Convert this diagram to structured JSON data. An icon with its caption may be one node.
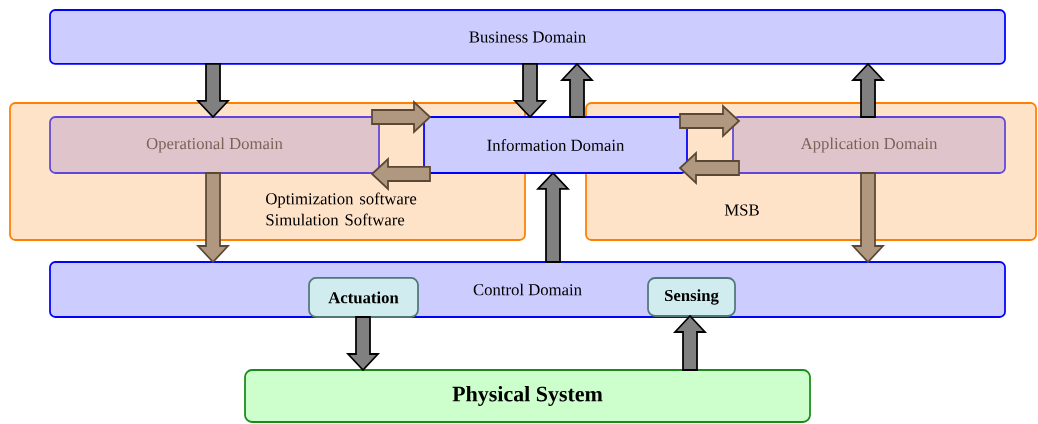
{
  "diagram": {
    "nodes": [
      {
        "text": [
          "Business Domain"
        ]
      },
      {
        "text": [
          "Optimization software Simulation Software"
        ]
      },
      {
        "text": [
          "Operational Domain"
        ],
        "in": 1
      },
      {
        "text": [
          "Information Domain"
        ]
      },
      {
        "text": [
          "MSB"
        ]
      },
      {
        "text": [
          "Application Domain"
        ],
        "in": 4
      },
      {
        "text": [
          "Control Domain"
        ]
      },
      {
        "text": [
          "Actuation"
        ],
        "in": 6
      },
      {
        "text": [
          "Sensing"
        ],
        "in": 6
      },
      {
        "text": [
          "Physical System"
        ]
      }
    ],
    "edges": [
      {
        "from": 0,
        "to": 2,
        "arrow": "to"
      },
      {
        "from": 0,
        "to": 3,
        "arrow": "to"
      },
      {
        "from": 3,
        "to": 0,
        "arrow": "to"
      },
      {
        "from": 5,
        "to": 0,
        "arrow": "to"
      },
      {
        "from": 2,
        "to": 3,
        "arrow": "to",
        "color": "#b09880"
      },
      {
        "from": 3,
        "to": 2,
        "arrow": "to",
        "color": "#b09880"
      },
      {
        "from": 3,
        "to": 5,
        "arrow": "to",
        "color": "#b09880"
      },
      {
        "from": 5,
        "to": 3,
        "arrow": "to",
        "color": "#b09880"
      },
      {
        "from": 2,
        "to": 6,
        "arrow": "to",
        "color": "#b09880"
      },
      {
        "from": 6,
        "to": 3,
        "arrow": "to"
      },
      {
        "from": 5,
        "to": 6,
        "arrow": "to",
        "color": "#b09880"
      },
      {
        "from": 7,
        "to": 9,
        "arrow": "to"
      },
      {
        "from": 9,
        "to": 8,
        "arrow": "to"
      }
    ]
  }
}
